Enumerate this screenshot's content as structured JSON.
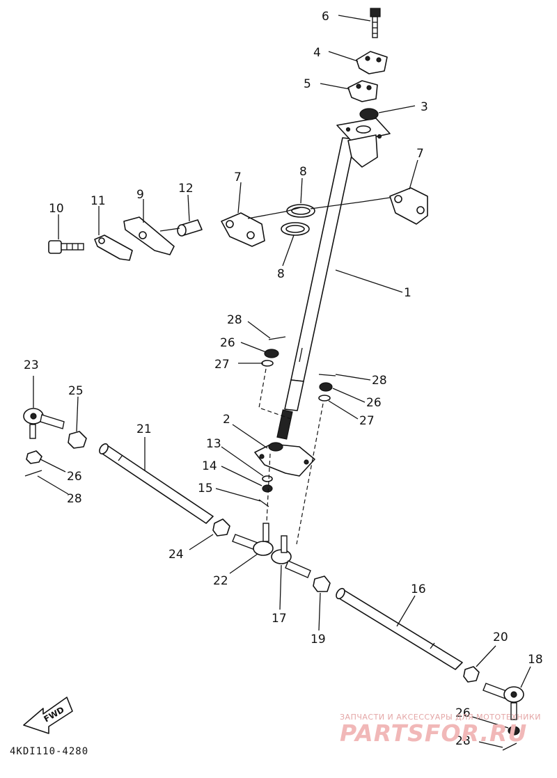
{
  "diagram": {
    "code": "4KDI110-4280",
    "fwd_label": "FWD",
    "watermark": {
      "small": "ЗАПЧАСТИ И АКСЕССУАРЫ ДЛЯ МОТОТЕХНИКИ",
      "big": "PARTSFOR.RU"
    },
    "callouts": [
      {
        "id": "c6",
        "text": "6"
      },
      {
        "id": "c4",
        "text": "4"
      },
      {
        "id": "c5",
        "text": "5"
      },
      {
        "id": "c3",
        "text": "3"
      },
      {
        "id": "c7a",
        "text": "7"
      },
      {
        "id": "c7b",
        "text": "7"
      },
      {
        "id": "c8a",
        "text": "8"
      },
      {
        "id": "c8b",
        "text": "8"
      },
      {
        "id": "c9",
        "text": "9"
      },
      {
        "id": "c10",
        "text": "10"
      },
      {
        "id": "c11",
        "text": "11"
      },
      {
        "id": "c12",
        "text": "12"
      },
      {
        "id": "c1",
        "text": "1"
      },
      {
        "id": "c28a",
        "text": "28"
      },
      {
        "id": "c26a",
        "text": "26"
      },
      {
        "id": "c27a",
        "text": "27"
      },
      {
        "id": "c28b",
        "text": "28"
      },
      {
        "id": "c26b",
        "text": "26"
      },
      {
        "id": "c27b",
        "text": "27"
      },
      {
        "id": "c2",
        "text": "2"
      },
      {
        "id": "c13",
        "text": "13"
      },
      {
        "id": "c14",
        "text": "14"
      },
      {
        "id": "c15",
        "text": "15"
      },
      {
        "id": "c23",
        "text": "23"
      },
      {
        "id": "c25",
        "text": "25"
      },
      {
        "id": "c21",
        "text": "21"
      },
      {
        "id": "c26c",
        "text": "26"
      },
      {
        "id": "c28c",
        "text": "28"
      },
      {
        "id": "c24",
        "text": "24"
      },
      {
        "id": "c22",
        "text": "22"
      },
      {
        "id": "c17",
        "text": "17"
      },
      {
        "id": "c19",
        "text": "19"
      },
      {
        "id": "c16",
        "text": "16"
      },
      {
        "id": "c20",
        "text": "20"
      },
      {
        "id": "c18",
        "text": "18"
      },
      {
        "id": "c26d",
        "text": "26"
      },
      {
        "id": "c28d",
        "text": "28"
      }
    ]
  }
}
